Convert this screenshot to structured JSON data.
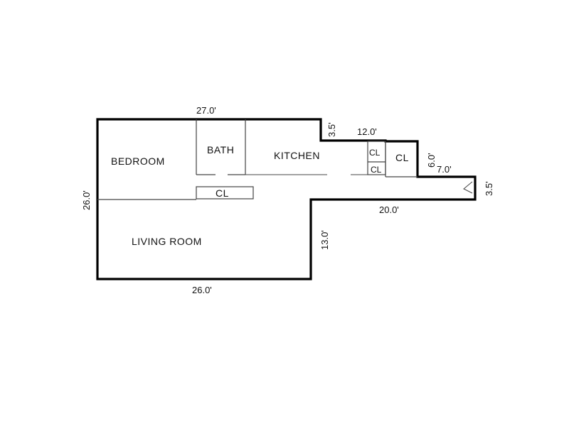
{
  "rooms": {
    "bedroom": "BEDROOM",
    "bath": "BATH",
    "kitchen": "KITCHEN",
    "living_room": "LIVING ROOM",
    "closet_hall": "CL",
    "closet_kitchen_top": "CL",
    "closet_kitchen_bottom": "CL",
    "closet_right": "CL"
  },
  "dimensions": {
    "top_width": "27.0'",
    "step_height": "3.5'",
    "kitchen_width": "12.0'",
    "closet_depth": "6.0'",
    "entry_width": "7.0'",
    "entry_height": "3.5'",
    "lower_width": "20.0'",
    "living_height": "13.0'",
    "bottom_width": "26.0'",
    "left_height": "26.0'"
  }
}
